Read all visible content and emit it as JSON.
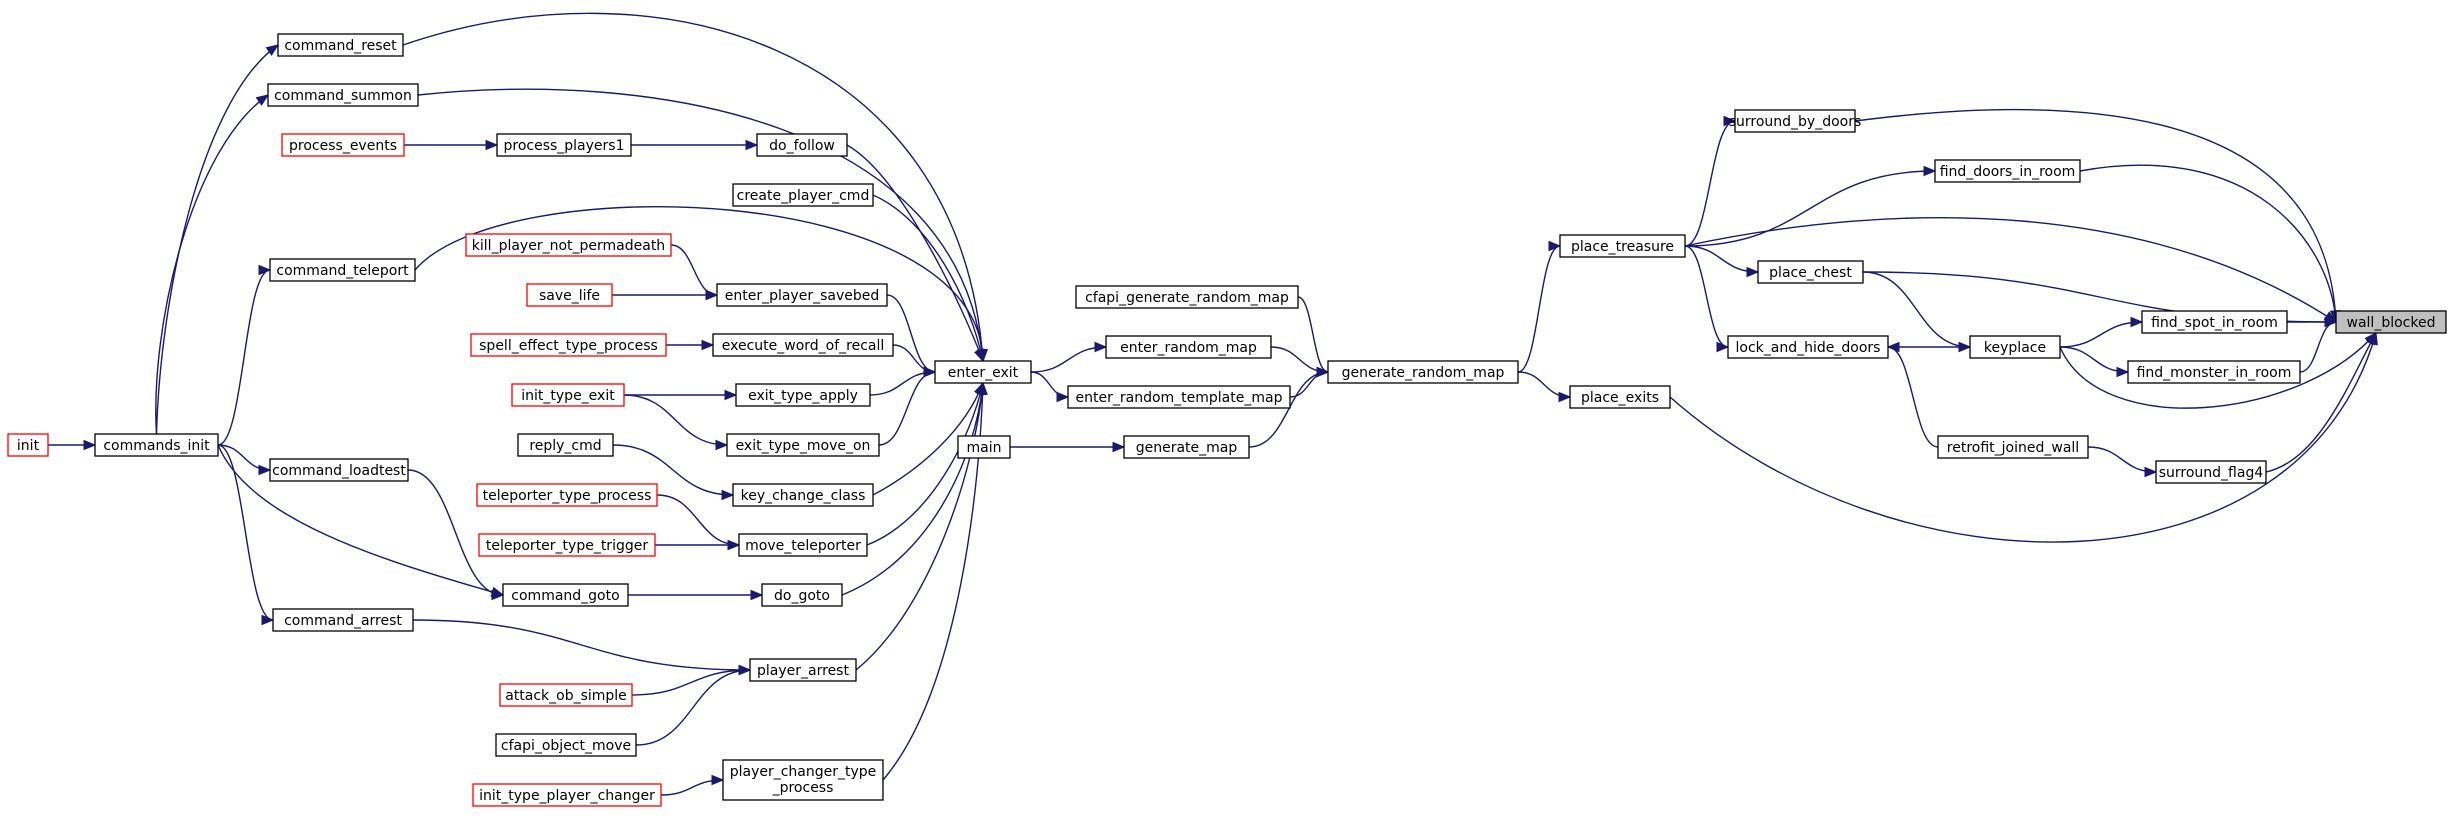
{
  "diagram": {
    "kind": "call-graph",
    "colors": {
      "edge": "#191970",
      "node_border": "#000000",
      "truncated_border": "#ff0000",
      "focus_fill": "#bfbfbf",
      "background": "#ffffff"
    },
    "nodes": [
      {
        "id": "wall_blocked",
        "label": "wall_blocked",
        "focus": true
      },
      {
        "id": "surround_by_doors",
        "label": "surround_by_doors"
      },
      {
        "id": "find_doors_in_room",
        "label": "find_doors_in_room"
      },
      {
        "id": "place_treasure",
        "label": "place_treasure"
      },
      {
        "id": "place_chest",
        "label": "place_chest"
      },
      {
        "id": "lock_and_hide_doors",
        "label": "lock_and_hide_doors"
      },
      {
        "id": "keyplace",
        "label": "keyplace"
      },
      {
        "id": "find_spot_in_room",
        "label": "find_spot_in_room"
      },
      {
        "id": "find_monster_in_room",
        "label": "find_monster_in_room"
      },
      {
        "id": "retrofit_joined_wall",
        "label": "retrofit_joined_wall"
      },
      {
        "id": "surround_flag4",
        "label": "surround_flag4"
      },
      {
        "id": "place_exits",
        "label": "place_exits"
      },
      {
        "id": "generate_random_map",
        "label": "generate_random_map"
      },
      {
        "id": "cfapi_generate_random_map",
        "label": "cfapi_generate_random_map"
      },
      {
        "id": "enter_random_map",
        "label": "enter_random_map"
      },
      {
        "id": "enter_random_template_map",
        "label": "enter_random_template_map"
      },
      {
        "id": "generate_map",
        "label": "generate_map"
      },
      {
        "id": "main",
        "label": "main"
      },
      {
        "id": "enter_exit",
        "label": "enter_exit"
      },
      {
        "id": "command_reset",
        "label": "command_reset"
      },
      {
        "id": "command_summon",
        "label": "command_summon"
      },
      {
        "id": "process_events",
        "label": "process_events",
        "truncated": true
      },
      {
        "id": "process_players1",
        "label": "process_players1"
      },
      {
        "id": "do_follow",
        "label": "do_follow"
      },
      {
        "id": "create_player_cmd",
        "label": "create_player_cmd"
      },
      {
        "id": "kill_player_not_permadeath",
        "label": "kill_player_not_permadeath",
        "truncated": true
      },
      {
        "id": "command_teleport",
        "label": "command_teleport"
      },
      {
        "id": "save_life",
        "label": "save_life",
        "truncated": true
      },
      {
        "id": "enter_player_savebed",
        "label": "enter_player_savebed"
      },
      {
        "id": "spell_effect_type_process",
        "label": "spell_effect_type_process",
        "truncated": true
      },
      {
        "id": "execute_word_of_recall",
        "label": "execute_word_of_recall"
      },
      {
        "id": "init_type_exit",
        "label": "init_type_exit",
        "truncated": true
      },
      {
        "id": "exit_type_apply",
        "label": "exit_type_apply"
      },
      {
        "id": "exit_type_move_on",
        "label": "exit_type_move_on"
      },
      {
        "id": "init",
        "label": "init",
        "truncated": true
      },
      {
        "id": "commands_init",
        "label": "commands_init"
      },
      {
        "id": "command_loadtest",
        "label": "command_loadtest"
      },
      {
        "id": "reply_cmd",
        "label": "reply_cmd"
      },
      {
        "id": "key_change_class",
        "label": "key_change_class"
      },
      {
        "id": "teleporter_type_process",
        "label": "teleporter_type_process",
        "truncated": true
      },
      {
        "id": "teleporter_type_trigger",
        "label": "teleporter_type_trigger",
        "truncated": true
      },
      {
        "id": "move_teleporter",
        "label": "move_teleporter"
      },
      {
        "id": "command_goto",
        "label": "command_goto"
      },
      {
        "id": "do_goto",
        "label": "do_goto"
      },
      {
        "id": "command_arrest",
        "label": "command_arrest"
      },
      {
        "id": "player_arrest",
        "label": "player_arrest"
      },
      {
        "id": "attack_ob_simple",
        "label": "attack_ob_simple",
        "truncated": true
      },
      {
        "id": "cfapi_object_move",
        "label": "cfapi_object_move"
      },
      {
        "id": "player_changer_type_process",
        "label": "player_changer_type\n_process"
      },
      {
        "id": "init_type_player_changer",
        "label": "init_type_player_changer",
        "truncated": true
      }
    ],
    "edges": [
      [
        "surround_by_doors",
        "wall_blocked"
      ],
      [
        "find_doors_in_room",
        "wall_blocked"
      ],
      [
        "place_treasure",
        "wall_blocked"
      ],
      [
        "place_chest",
        "wall_blocked"
      ],
      [
        "find_spot_in_room",
        "wall_blocked"
      ],
      [
        "find_monster_in_room",
        "wall_blocked"
      ],
      [
        "keyplace",
        "wall_blocked"
      ],
      [
        "surround_flag4",
        "wall_blocked"
      ],
      [
        "place_exits",
        "wall_blocked"
      ],
      [
        "place_treasure",
        "surround_by_doors"
      ],
      [
        "place_treasure",
        "find_doors_in_room"
      ],
      [
        "place_treasure",
        "place_chest"
      ],
      [
        "place_treasure",
        "lock_and_hide_doors"
      ],
      [
        "place_chest",
        "keyplace"
      ],
      [
        "lock_and_hide_doors",
        "keyplace"
      ],
      [
        "keyplace",
        "find_spot_in_room"
      ],
      [
        "keyplace",
        "find_monster_in_room"
      ],
      [
        "retrofit_joined_wall",
        "lock_and_hide_doors"
      ],
      [
        "retrofit_joined_wall",
        "surround_flag4"
      ],
      [
        "generate_random_map",
        "place_treasure"
      ],
      [
        "generate_random_map",
        "place_exits"
      ],
      [
        "cfapi_generate_random_map",
        "generate_random_map"
      ],
      [
        "enter_random_map",
        "generate_random_map"
      ],
      [
        "enter_random_template_map",
        "generate_random_map"
      ],
      [
        "generate_map",
        "generate_random_map"
      ],
      [
        "main",
        "generate_map"
      ],
      [
        "enter_exit",
        "enter_random_map"
      ],
      [
        "enter_exit",
        "enter_random_template_map"
      ],
      [
        "command_reset",
        "enter_exit"
      ],
      [
        "command_summon",
        "enter_exit"
      ],
      [
        "do_follow",
        "enter_exit"
      ],
      [
        "create_player_cmd",
        "enter_exit"
      ],
      [
        "command_teleport",
        "enter_exit"
      ],
      [
        "enter_player_savebed",
        "enter_exit"
      ],
      [
        "execute_word_of_recall",
        "enter_exit"
      ],
      [
        "exit_type_apply",
        "enter_exit"
      ],
      [
        "exit_type_move_on",
        "enter_exit"
      ],
      [
        "key_change_class",
        "enter_exit"
      ],
      [
        "move_teleporter",
        "enter_exit"
      ],
      [
        "do_goto",
        "enter_exit"
      ],
      [
        "player_arrest",
        "enter_exit"
      ],
      [
        "player_changer_type_process",
        "enter_exit"
      ],
      [
        "process_events",
        "process_players1"
      ],
      [
        "process_players1",
        "do_follow"
      ],
      [
        "kill_player_not_permadeath",
        "enter_player_savebed"
      ],
      [
        "save_life",
        "enter_player_savebed"
      ],
      [
        "spell_effect_type_process",
        "execute_word_of_recall"
      ],
      [
        "init_type_exit",
        "exit_type_apply"
      ],
      [
        "init_type_exit",
        "exit_type_move_on"
      ],
      [
        "reply_cmd",
        "key_change_class"
      ],
      [
        "teleporter_type_process",
        "move_teleporter"
      ],
      [
        "teleporter_type_trigger",
        "move_teleporter"
      ],
      [
        "command_goto",
        "do_goto"
      ],
      [
        "command_arrest",
        "player_arrest"
      ],
      [
        "attack_ob_simple",
        "player_arrest"
      ],
      [
        "cfapi_object_move",
        "player_arrest"
      ],
      [
        "init_type_player_changer",
        "player_changer_type_process"
      ],
      [
        "init",
        "commands_init"
      ],
      [
        "commands_init",
        "command_reset"
      ],
      [
        "commands_init",
        "command_summon"
      ],
      [
        "commands_init",
        "command_teleport"
      ],
      [
        "commands_init",
        "command_loadtest"
      ],
      [
        "commands_init",
        "command_goto"
      ],
      [
        "commands_init",
        "command_arrest"
      ],
      [
        "command_loadtest",
        "command_goto"
      ]
    ]
  }
}
